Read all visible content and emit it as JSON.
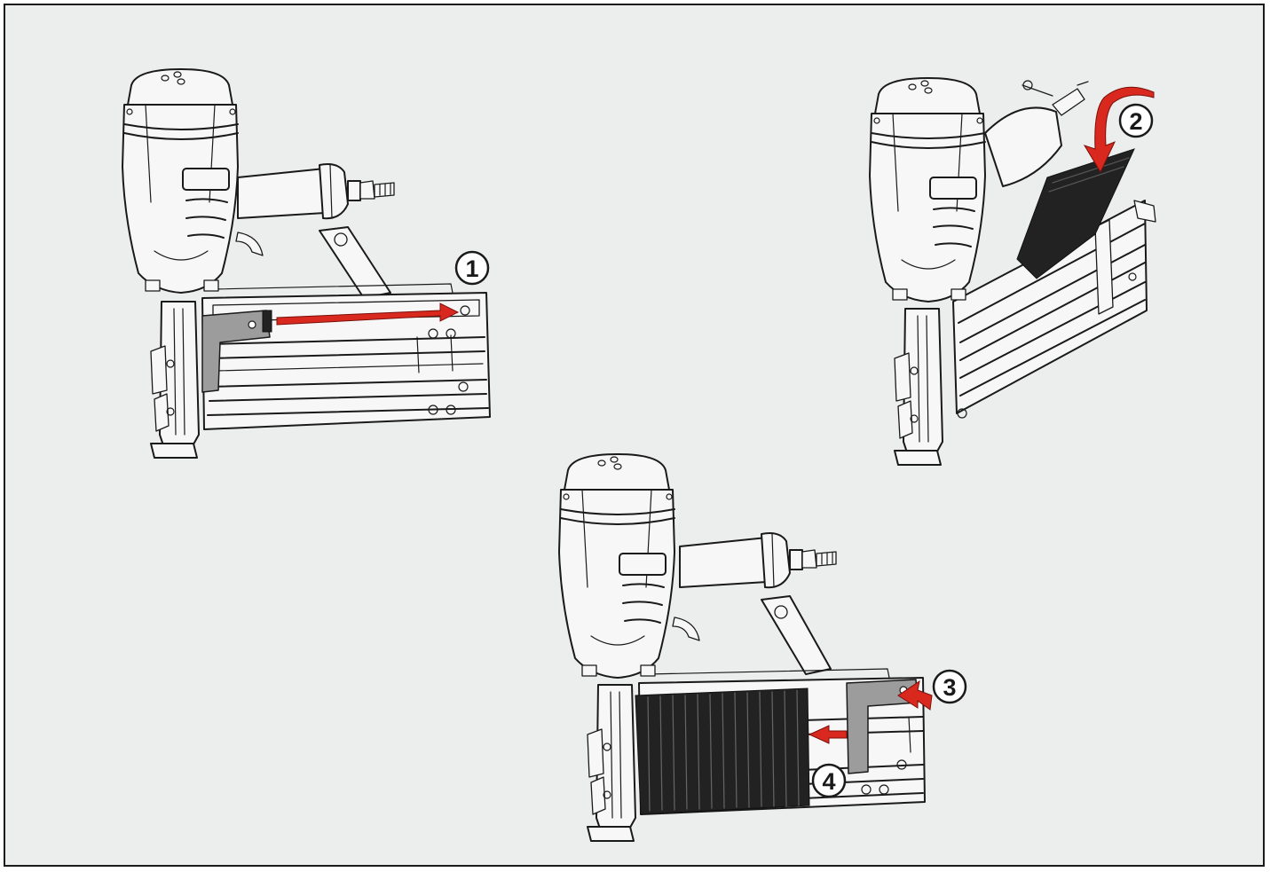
{
  "steps": [
    {
      "number": "1",
      "color": "#d9281e"
    },
    {
      "number": "2",
      "color": "#d9281e"
    },
    {
      "number": "3",
      "color": "#d9281e"
    },
    {
      "number": "4",
      "color": "#d9281e"
    }
  ],
  "colors": {
    "background": "#eceeed",
    "frame": "#1a1a1a",
    "arrow": "#d9281e",
    "strip": "#222222",
    "pusher": "#9c9c9c"
  },
  "icons": [
    "nailer-illustration",
    "direction-arrow",
    "curved-arrow"
  ]
}
